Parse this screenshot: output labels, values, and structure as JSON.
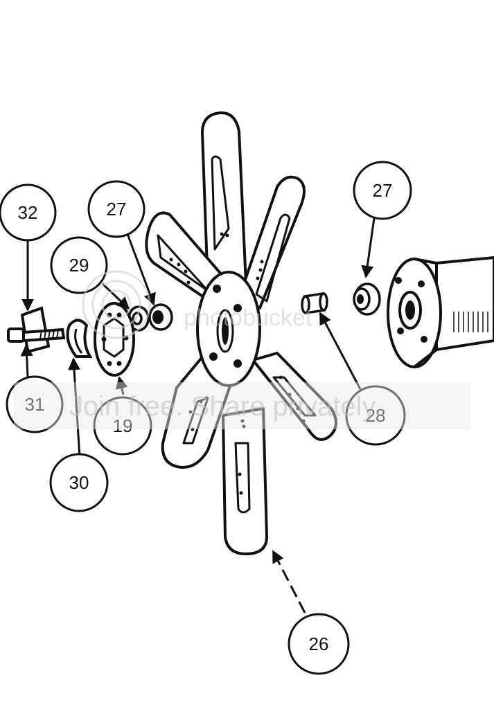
{
  "diagram": {
    "callouts": [
      {
        "id": "c32",
        "label": "32"
      },
      {
        "id": "c27a",
        "label": "27"
      },
      {
        "id": "c29",
        "label": "29"
      },
      {
        "id": "c27b",
        "label": "27"
      },
      {
        "id": "c31",
        "label": "31"
      },
      {
        "id": "c19",
        "label": "19"
      },
      {
        "id": "c30",
        "label": "30"
      },
      {
        "id": "c28",
        "label": "28"
      },
      {
        "id": "c26",
        "label": "26"
      }
    ]
  },
  "watermark": {
    "brand": "photobucket",
    "tagline": "Join free. Share privately."
  },
  "colors": {
    "ink": "#111111",
    "background": "#ffffff",
    "watermark": "#bdbdbd"
  }
}
